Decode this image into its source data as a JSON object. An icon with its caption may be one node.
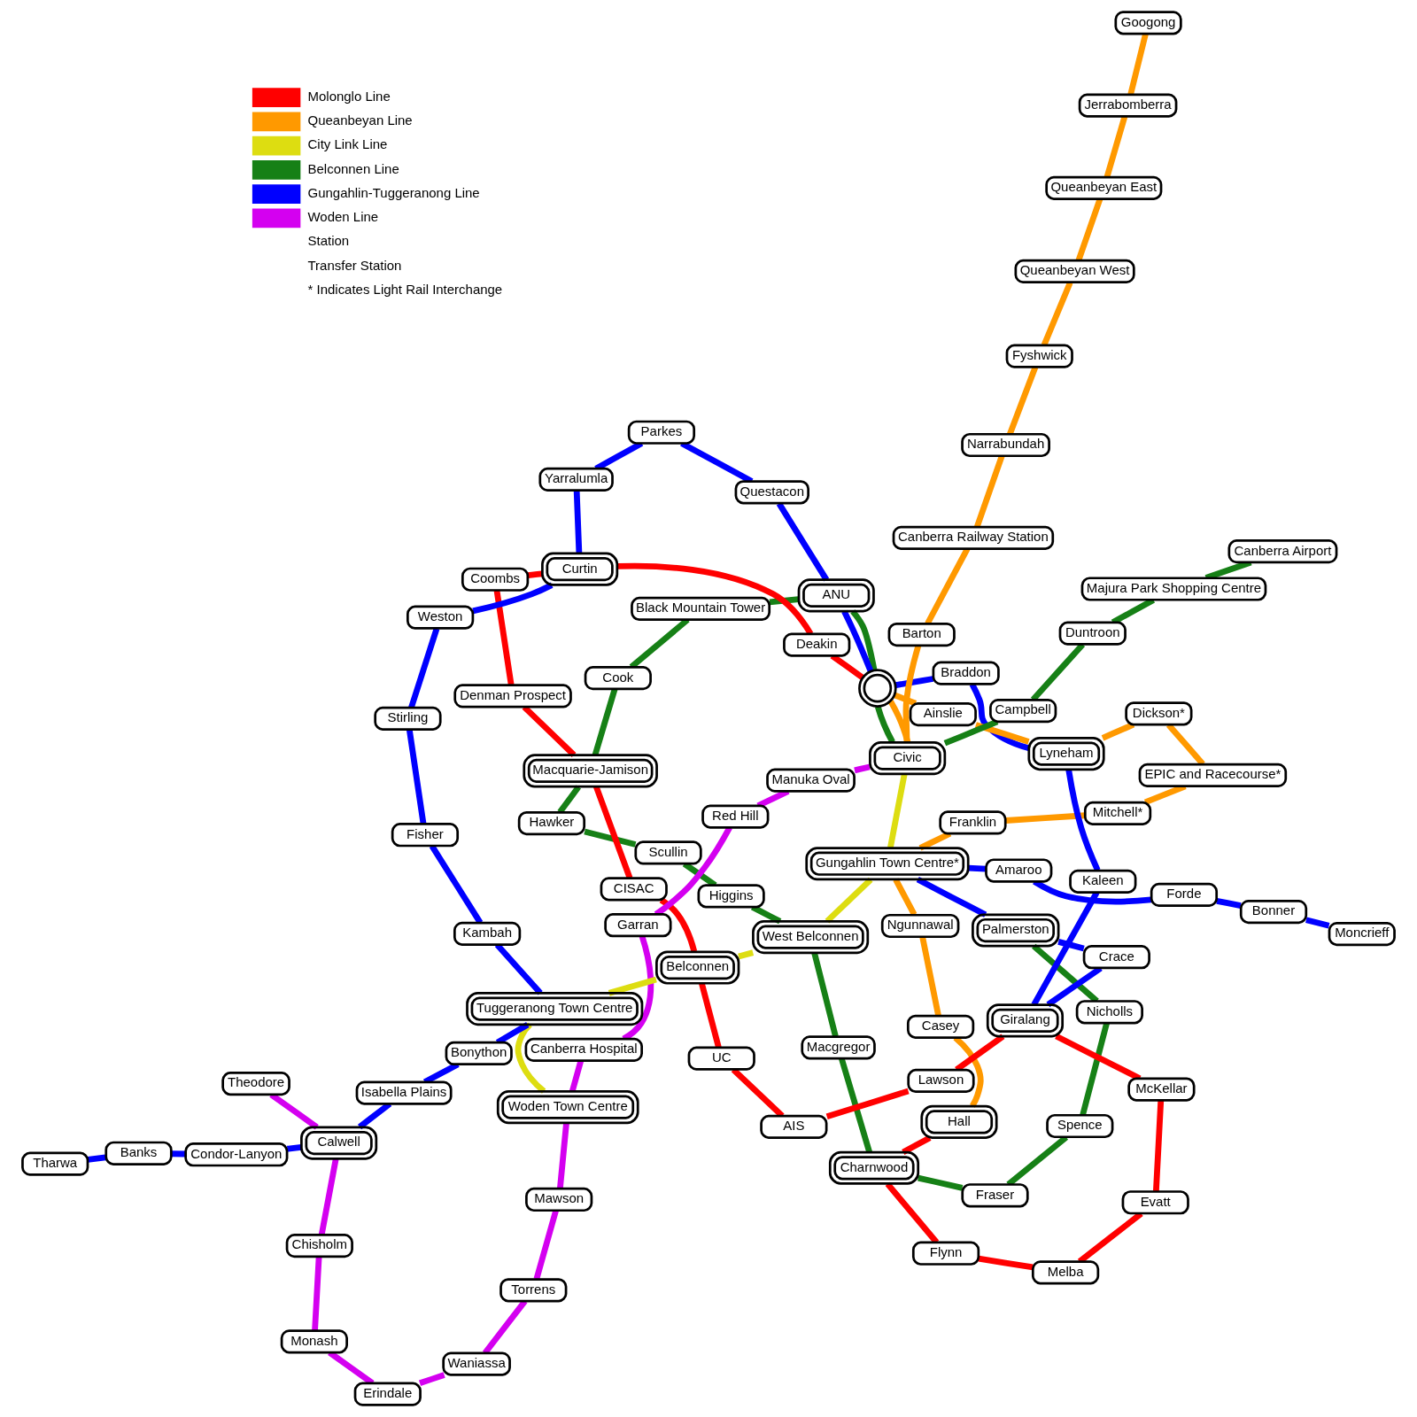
{
  "diagram": {
    "nodes": [
      {
        "text": [
          "Hall"
        ]
      },
      {
        "text": [
          "Moncrieff"
        ]
      },
      {
        "text": [
          "Bonner"
        ]
      },
      {
        "text": [
          "Forde"
        ]
      },
      {
        "text": [
          "Amaroo"
        ]
      },
      {
        "text": [
          "Casey"
        ]
      },
      {
        "text": [
          "Ngunnawal"
        ]
      },
      {
        "text": [
          "Gungahlin Town Centre*"
        ]
      },
      {
        "text": [
          "Palmerston"
        ]
      },
      {
        "text": [
          "Franklin"
        ]
      },
      {
        "text": [
          "Fraser"
        ]
      },
      {
        "text": [
          "Spence"
        ]
      },
      {
        "text": [
          "Nicholls"
        ]
      },
      {
        "text": [
          "Crace"
        ]
      },
      {
        "text": [
          "Mitchell*"
        ]
      },
      {
        "text": [
          "Charnwood"
        ]
      },
      {
        "text": [
          "Flynn"
        ]
      },
      {
        "text": [
          "Melba"
        ]
      },
      {
        "text": [
          "Evatt"
        ]
      },
      {
        "text": [
          "McKellar"
        ]
      },
      {
        "text": [
          "EPIC and Racecourse*"
        ]
      },
      {
        "text": [
          "Giralang"
        ]
      },
      {
        "text": [
          "Macgregor"
        ]
      },
      {
        "text": [
          "Dickson*"
        ]
      },
      {
        "text": [
          "Kaleen"
        ]
      },
      {
        "text": [
          "West Belconnen"
        ]
      },
      {
        "text": [
          "Lawson"
        ]
      },
      {
        "text": [
          "Higgins"
        ]
      },
      {
        "text": [
          "AIS"
        ]
      },
      {
        "text": [
          "UC"
        ]
      },
      {
        "text": [
          "Lyneham"
        ]
      },
      {
        "text": [
          "Scullin"
        ]
      },
      {
        "text": [
          "Belconnen"
        ]
      },
      {
        "text": [
          "Hawker"
        ]
      },
      {
        "text": [
          "Braddon"
        ]
      },
      {
        "text": [
          "Ainslie"
        ]
      },
      {
        "text": [
          "CISAC"
        ]
      },
      {
        "text": [
          "Black Mountain Tower"
        ]
      },
      {
        "text": [
          "ANU"
        ]
      },
      {
        "text": [
          "Cook"
        ]
      },
      {
        "text": [
          "Macquarie-Jamison"
        ]
      },
      {
        "text": [],
        "shape": "circle"
      },
      {
        "text": [
          "Civic"
        ]
      },
      {
        "text": [
          "Campbell"
        ]
      },
      {
        "text": [
          "Duntroon"
        ]
      },
      {
        "text": [
          "Canberra Railway Station"
        ]
      },
      {
        "text": [
          "Majura Park Shopping Centre"
        ]
      },
      {
        "text": [
          "Canberra Airport"
        ]
      },
      {
        "text": [
          "Barton"
        ]
      },
      {
        "text": [
          "Questacon"
        ]
      },
      {
        "text": [
          "Parkes"
        ]
      },
      {
        "text": [
          "Narrabundah"
        ]
      },
      {
        "text": [
          "Manuka Oval"
        ]
      },
      {
        "text": [
          "Yarralumla"
        ]
      },
      {
        "text": [
          "Denman Prospect"
        ]
      },
      {
        "text": [
          "Coombs"
        ]
      },
      {
        "text": [
          "Curtin"
        ]
      },
      {
        "text": [
          "Red Hill"
        ]
      },
      {
        "text": [
          "Fyshwick"
        ]
      },
      {
        "text": [
          "Queanbeyan West"
        ]
      },
      {
        "text": [
          "Queanbeyan East"
        ]
      },
      {
        "text": [
          "Weston"
        ]
      },
      {
        "text": [
          "Deakin"
        ]
      },
      {
        "text": [
          "Garran"
        ]
      },
      {
        "text": [
          "Stirling"
        ]
      },
      {
        "text": [
          "Canberra Hospital"
        ]
      },
      {
        "text": [
          "Jerrabomberra"
        ]
      },
      {
        "text": [
          "Fisher"
        ]
      },
      {
        "text": [
          "Woden Town Centre"
        ]
      },
      {
        "text": [
          "Kambah"
        ]
      },
      {
        "text": [
          "Mawson"
        ]
      },
      {
        "text": [
          "Googong"
        ]
      },
      {
        "text": [
          "Tuggeranong Town Centre"
        ]
      },
      {
        "text": [
          "Torrens"
        ]
      },
      {
        "text": [
          "Waniassa"
        ]
      },
      {
        "text": [
          "Bonython"
        ]
      },
      {
        "text": [
          "Erindale"
        ]
      },
      {
        "text": [
          "Monash"
        ]
      },
      {
        "text": [
          "Isabella Plains"
        ]
      },
      {
        "text": [
          "Chisholm"
        ]
      },
      {
        "text": [
          "Theodore"
        ]
      },
      {
        "text": [
          "Calwell"
        ]
      },
      {
        "text": [
          "Condor-Lanyon"
        ]
      },
      {
        "text": [
          "Banks"
        ]
      },
      {
        "text": [
          "Tharwa"
        ]
      }
    ],
    "edges": [
      {
        "from": 0,
        "to": 15,
        "arrow": "none",
        "color": "#ff0000"
      },
      {
        "from": 15,
        "to": 16,
        "arrow": "none",
        "color": "#ff0000"
      },
      {
        "from": 16,
        "to": 17,
        "arrow": "none",
        "color": "#ff0000"
      },
      {
        "from": 17,
        "to": 18,
        "arrow": "none",
        "color": "#ff0000"
      },
      {
        "from": 18,
        "to": 19,
        "arrow": "none",
        "color": "#ff0000"
      },
      {
        "from": 19,
        "to": 21,
        "arrow": "none",
        "color": "#ff0000"
      },
      {
        "from": 21,
        "to": 26,
        "arrow": "none",
        "color": "#ff0000"
      },
      {
        "from": 26,
        "to": 28,
        "arrow": "none",
        "color": "#ff0000"
      },
      {
        "from": 28,
        "to": 29,
        "arrow": "none",
        "color": "#ff0000"
      },
      {
        "from": 29,
        "to": 32,
        "arrow": "none",
        "color": "#ff0000"
      },
      {
        "from": 32,
        "to": 36,
        "arrow": "none",
        "color": "#ff0000"
      },
      {
        "from": 36,
        "to": 40,
        "arrow": "none",
        "color": "#ff0000"
      },
      {
        "from": 40,
        "to": 54,
        "arrow": "none",
        "color": "#ff0000"
      },
      {
        "from": 54,
        "to": 55,
        "arrow": "none",
        "color": "#ff0000"
      },
      {
        "from": 55,
        "to": 56,
        "arrow": "none",
        "color": "#ff0000"
      },
      {
        "from": 56,
        "to": 62,
        "arrow": "none",
        "color": "#ff0000"
      },
      {
        "from": 62,
        "to": 41,
        "arrow": "none",
        "color": "#ff0000"
      },
      {
        "from": 0,
        "to": 5,
        "arrow": "none",
        "color": "#ff9900"
      },
      {
        "from": 5,
        "to": 6,
        "arrow": "none",
        "color": "#ff9900"
      },
      {
        "from": 6,
        "to": 7,
        "arrow": "none",
        "color": "#ff9900"
      },
      {
        "from": 7,
        "to": 9,
        "arrow": "none",
        "color": "#ff9900"
      },
      {
        "from": 9,
        "to": 14,
        "arrow": "none",
        "color": "#ff9900"
      },
      {
        "from": 14,
        "to": 20,
        "arrow": "none",
        "color": "#ff9900"
      },
      {
        "from": 20,
        "to": 23,
        "arrow": "none",
        "color": "#ff9900"
      },
      {
        "from": 23,
        "to": 30,
        "arrow": "none",
        "color": "#ff9900"
      },
      {
        "from": 30,
        "to": 35,
        "arrow": "none",
        "color": "#ff9900"
      },
      {
        "from": 35,
        "to": 41,
        "arrow": "none",
        "color": "#ff9900"
      },
      {
        "from": 41,
        "to": 42,
        "arrow": "none",
        "color": "#ff9900"
      },
      {
        "from": 42,
        "to": 48,
        "arrow": "none",
        "color": "#ff9900"
      },
      {
        "from": 48,
        "to": 45,
        "arrow": "none",
        "color": "#ff9900"
      },
      {
        "from": 45,
        "to": 51,
        "arrow": "none",
        "color": "#ff9900"
      },
      {
        "from": 51,
        "to": 58,
        "arrow": "none",
        "color": "#ff9900"
      },
      {
        "from": 58,
        "to": 59,
        "arrow": "none",
        "color": "#ff9900"
      },
      {
        "from": 59,
        "to": 60,
        "arrow": "none",
        "color": "#ff9900"
      },
      {
        "from": 60,
        "to": 66,
        "arrow": "none",
        "color": "#ff9900"
      },
      {
        "from": 66,
        "to": 71,
        "arrow": "none",
        "color": "#ff9900"
      },
      {
        "from": 68,
        "to": 72,
        "arrow": "none",
        "color": "#dddd11"
      },
      {
        "from": 72,
        "to": 32,
        "arrow": "none",
        "color": "#dddd11"
      },
      {
        "from": 32,
        "to": 25,
        "arrow": "none",
        "color": "#dddd11"
      },
      {
        "from": 25,
        "to": 7,
        "arrow": "none",
        "color": "#dddd11"
      },
      {
        "from": 7,
        "to": 42,
        "arrow": "none",
        "color": "#dddd11"
      },
      {
        "from": 8,
        "to": 12,
        "arrow": "none",
        "color": "#168016"
      },
      {
        "from": 12,
        "to": 11,
        "arrow": "none",
        "color": "#168016"
      },
      {
        "from": 11,
        "to": 10,
        "arrow": "none",
        "color": "#168016"
      },
      {
        "from": 10,
        "to": 15,
        "arrow": "none",
        "color": "#168016"
      },
      {
        "from": 15,
        "to": 22,
        "arrow": "none",
        "color": "#168016"
      },
      {
        "from": 22,
        "to": 25,
        "arrow": "none",
        "color": "#168016"
      },
      {
        "from": 25,
        "to": 27,
        "arrow": "none",
        "color": "#168016"
      },
      {
        "from": 27,
        "to": 31,
        "arrow": "none",
        "color": "#168016"
      },
      {
        "from": 31,
        "to": 33,
        "arrow": "none",
        "color": "#168016"
      },
      {
        "from": 33,
        "to": 40,
        "arrow": "none",
        "color": "#168016"
      },
      {
        "from": 40,
        "to": 39,
        "arrow": "none",
        "color": "#168016"
      },
      {
        "from": 39,
        "to": 37,
        "arrow": "none",
        "color": "#168016"
      },
      {
        "from": 37,
        "to": 38,
        "arrow": "none",
        "color": "#168016"
      },
      {
        "from": 38,
        "to": 41,
        "arrow": "none",
        "color": "#168016"
      },
      {
        "from": 41,
        "to": 42,
        "arrow": "none",
        "color": "#168016"
      },
      {
        "from": 42,
        "to": 43,
        "arrow": "none",
        "color": "#168016"
      },
      {
        "from": 43,
        "to": 44,
        "arrow": "none",
        "color": "#168016"
      },
      {
        "from": 44,
        "to": 46,
        "arrow": "none",
        "color": "#168016"
      },
      {
        "from": 46,
        "to": 47,
        "arrow": "none",
        "color": "#168016"
      },
      {
        "from": 1,
        "to": 2,
        "arrow": "none",
        "color": "#0000ff"
      },
      {
        "from": 2,
        "to": 3,
        "arrow": "none",
        "color": "#0000ff"
      },
      {
        "from": 3,
        "to": 4,
        "arrow": "none",
        "color": "#0000ff"
      },
      {
        "from": 4,
        "to": 7,
        "arrow": "none",
        "color": "#0000ff"
      },
      {
        "from": 7,
        "to": 8,
        "arrow": "none",
        "color": "#0000ff"
      },
      {
        "from": 8,
        "to": 13,
        "arrow": "none",
        "color": "#0000ff"
      },
      {
        "from": 13,
        "to": 21,
        "arrow": "none",
        "color": "#0000ff"
      },
      {
        "from": 21,
        "to": 24,
        "arrow": "none",
        "color": "#0000ff"
      },
      {
        "from": 24,
        "to": 30,
        "arrow": "none",
        "color": "#0000ff"
      },
      {
        "from": 30,
        "to": 34,
        "arrow": "none",
        "color": "#0000ff"
      },
      {
        "from": 34,
        "to": 41,
        "arrow": "none",
        "color": "#0000ff"
      },
      {
        "from": 41,
        "to": 38,
        "arrow": "none",
        "color": "#0000ff"
      },
      {
        "from": 38,
        "to": 49,
        "arrow": "none",
        "color": "#0000ff"
      },
      {
        "from": 49,
        "to": 50,
        "arrow": "none",
        "color": "#0000ff"
      },
      {
        "from": 50,
        "to": 53,
        "arrow": "none",
        "color": "#0000ff"
      },
      {
        "from": 53,
        "to": 56,
        "arrow": "none",
        "color": "#0000ff"
      },
      {
        "from": 56,
        "to": 61,
        "arrow": "none",
        "color": "#0000ff"
      },
      {
        "from": 61,
        "to": 64,
        "arrow": "none",
        "color": "#0000ff"
      },
      {
        "from": 64,
        "to": 67,
        "arrow": "none",
        "color": "#0000ff"
      },
      {
        "from": 67,
        "to": 69,
        "arrow": "none",
        "color": "#0000ff"
      },
      {
        "from": 69,
        "to": 72,
        "arrow": "none",
        "color": "#0000ff"
      },
      {
        "from": 72,
        "to": 75,
        "arrow": "none",
        "color": "#0000ff"
      },
      {
        "from": 75,
        "to": 78,
        "arrow": "none",
        "color": "#0000ff"
      },
      {
        "from": 78,
        "to": 81,
        "arrow": "none",
        "color": "#0000ff"
      },
      {
        "from": 81,
        "to": 82,
        "arrow": "none",
        "color": "#0000ff"
      },
      {
        "from": 82,
        "to": 83,
        "arrow": "none",
        "color": "#0000ff"
      },
      {
        "from": 83,
        "to": 84,
        "arrow": "none",
        "color": "#0000ff"
      },
      {
        "from": 80,
        "to": 81,
        "arrow": "none",
        "color": "#d400f0"
      },
      {
        "from": 81,
        "to": 79,
        "arrow": "none",
        "color": "#d400f0"
      },
      {
        "from": 79,
        "to": 77,
        "arrow": "none",
        "color": "#d400f0"
      },
      {
        "from": 77,
        "to": 76,
        "arrow": "none",
        "color": "#d400f0"
      },
      {
        "from": 76,
        "to": 74,
        "arrow": "none",
        "color": "#d400f0"
      },
      {
        "from": 74,
        "to": 73,
        "arrow": "none",
        "color": "#d400f0"
      },
      {
        "from": 73,
        "to": 70,
        "arrow": "none",
        "color": "#d400f0"
      },
      {
        "from": 70,
        "to": 68,
        "arrow": "none",
        "color": "#d400f0"
      },
      {
        "from": 68,
        "to": 65,
        "arrow": "none",
        "color": "#d400f0"
      },
      {
        "from": 65,
        "to": 63,
        "arrow": "none",
        "color": "#d400f0"
      },
      {
        "from": 63,
        "to": 57,
        "arrow": "none",
        "color": "#d400f0"
      },
      {
        "from": 57,
        "to": 52,
        "arrow": "none",
        "color": "#d400f0"
      },
      {
        "from": 52,
        "to": 42,
        "arrow": "none",
        "color": "#d400f0"
      }
    ],
    "legend": [
      {
        "text": "Molonglo Line",
        "color": "#ff0000"
      },
      {
        "text": "Queanbeyan Line",
        "color": "#ff9900"
      },
      {
        "text": "City Link Line",
        "color": "#dddd11"
      },
      {
        "text": "Belconnen Line",
        "color": "#168016"
      },
      {
        "text": "Gungahlin-Tuggeranong Line",
        "color": "#0000ff"
      },
      {
        "text": "Woden Line",
        "color": "#d400f0"
      },
      {
        "text": "Station"
      },
      {
        "text": "Transfer Station"
      },
      {
        "text": "* Indicates Light Rail Interchange"
      }
    ]
  }
}
